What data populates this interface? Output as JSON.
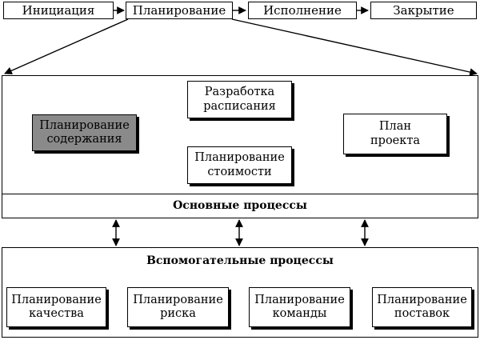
{
  "phases": [
    "Инициация",
    "Планирование",
    "Исполнение",
    "Закрытие"
  ],
  "core": {
    "scope_planning": "Планирование\nсодержания",
    "schedule_dev": "Разработка\nрасписания",
    "cost_planning": "Планирование\nстоимости",
    "project_plan": "План\nпроекта",
    "label": "Основные процессы"
  },
  "support": {
    "label": "Вспомогательные процессы",
    "items": [
      "Планирование\nкачества",
      "Планирование\nриска",
      "Планирование\nкоманды",
      "Планирование\nпоставок"
    ]
  },
  "colors": {
    "highlight": "#8a8a8a",
    "stroke": "#000000"
  }
}
